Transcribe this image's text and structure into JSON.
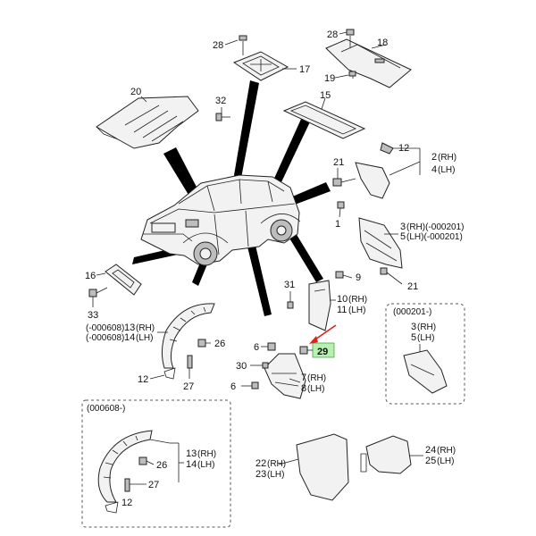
{
  "callouts": {
    "c28a": "28",
    "c17": "17",
    "c28b": "28",
    "c18": "18",
    "c19": "19",
    "c20": "20",
    "c32": "32",
    "c15": "15",
    "c12a": "12",
    "c2": "2",
    "c2s": "(RH)",
    "c4": "4",
    "c4s": "(LH)",
    "c21a": "21",
    "c1": "1",
    "c3": "3",
    "c3s": "(RH)(-000201)",
    "c5": "5",
    "c5s": "(LH)(-000201)",
    "c16": "16",
    "c33": "33",
    "c9": "9",
    "c31": "31",
    "c21b": "21",
    "c10": "10",
    "c10s": "(RH)",
    "c11": "11",
    "c11s": "(LH)",
    "c13pre": "(-000608)",
    "c13": "13",
    "c13s": "(RH)",
    "c14pre": "(-000608)",
    "c14": "14",
    "c14s": "(LH)",
    "c6a": "6",
    "c29": "29",
    "c26a": "26",
    "c30": "30",
    "c12b": "12",
    "c27a": "27",
    "c6b": "6",
    "c7": "7",
    "c7s": "(RH)",
    "c8": "8",
    "c8s": "(LH)",
    "box1_title": "(000201-)",
    "box1_3": "3",
    "box1_3s": "(RH)",
    "box1_5": "5",
    "box1_5s": "(LH)",
    "box2_title": "(000608-)",
    "c13b": "13",
    "c13bs": "(RH)",
    "c14b": "14",
    "c14bs": "(LH)",
    "c26b": "26",
    "c27b": "27",
    "c12c": "12",
    "c22": "22",
    "c22s": "(RH)",
    "c23": "23",
    "c23s": "(LH)",
    "c24": "24",
    "c24s": "(RH)",
    "c25": "25",
    "c25s": "(LH)"
  },
  "colors": {
    "highlight": "#b8f0b0",
    "arrow": "#e02020",
    "ink": "#222222"
  },
  "highlighted_part": "29"
}
